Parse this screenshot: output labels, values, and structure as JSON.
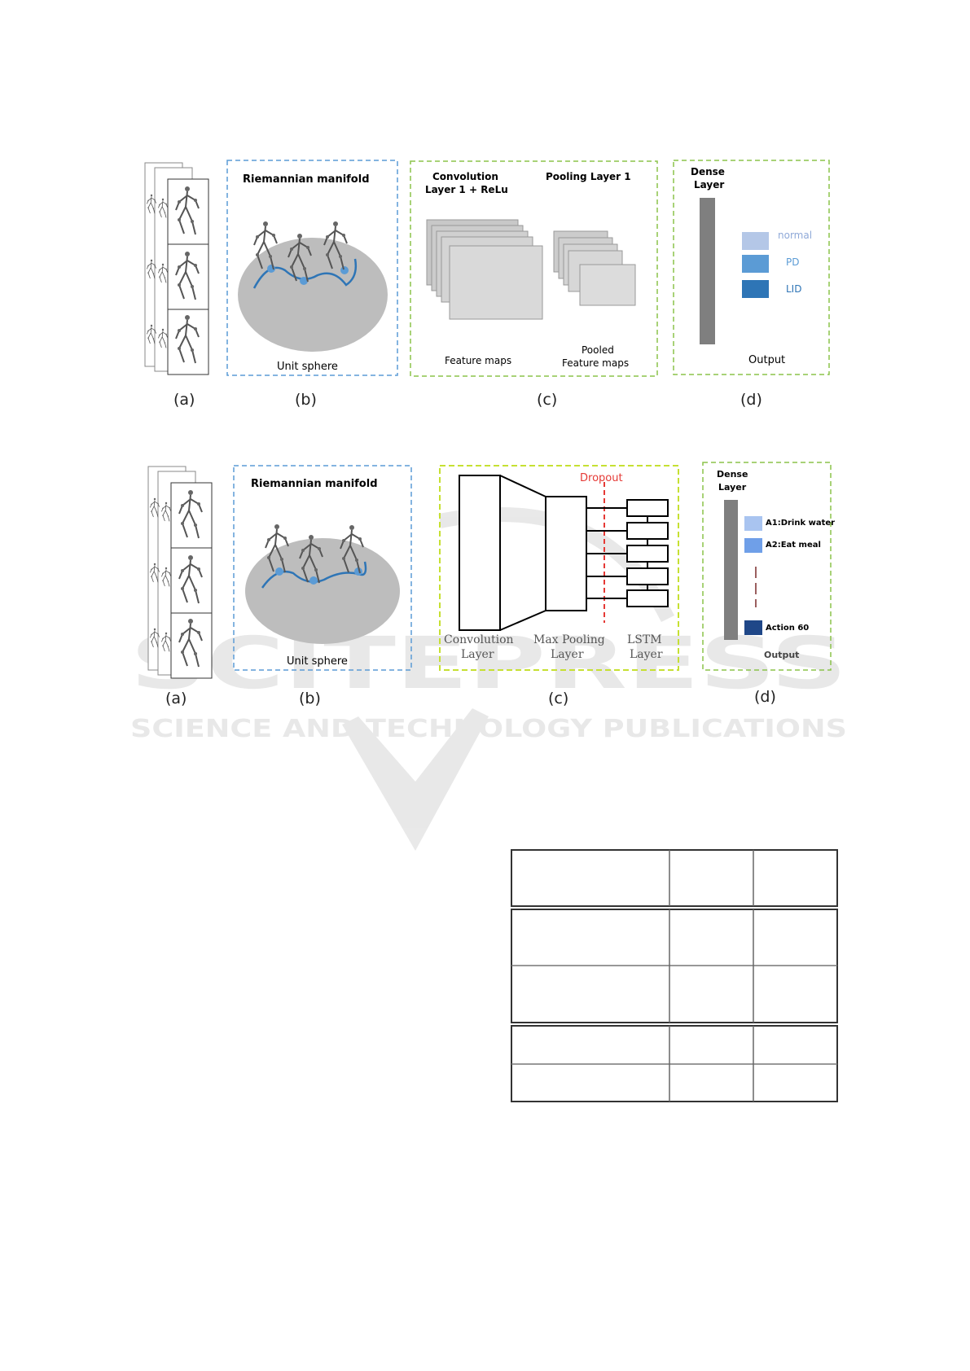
{
  "figure1": {
    "panel_labels": [
      "(a)",
      "(b)",
      "(c)",
      "(d)"
    ],
    "b_title": "Riemannian manifold",
    "b_caption": "Unit sphere",
    "c_conv": [
      "Convolution",
      "Layer 1 + ReLu"
    ],
    "c_pool": "Pooling Layer 1",
    "c_feature_maps": "Feature maps",
    "c_pooled": [
      "Pooled",
      "Feature maps"
    ],
    "d_title": [
      "Dense",
      "Layer"
    ],
    "d_classes": [
      "normal",
      "PD",
      "LID"
    ],
    "d_output": "Output",
    "colors": {
      "normal": "#b4c7e7",
      "pd": "#5b9bd5",
      "lid": "#2e75b6"
    }
  },
  "figure2": {
    "panel_labels": [
      "(a)",
      "(b)",
      "(c)",
      "(d)"
    ],
    "b_title": "Riemannian manifold",
    "b_caption": "Unit sphere",
    "c_dropout": "Dropout",
    "c_layers": [
      [
        "Convolution",
        "Layer"
      ],
      [
        "Max Pooling",
        "Layer"
      ],
      [
        "LSTM",
        "Layer"
      ]
    ],
    "d_title": [
      "Dense",
      "Layer"
    ],
    "d_classes": [
      "A1:Drink water",
      "A2:Eat meal",
      "Action 60"
    ],
    "d_output": "Output",
    "colors": {
      "a1": "#a9c4f0",
      "a2": "#6f9fe8",
      "a60": "#1f4788"
    }
  },
  "watermark": {
    "main": "SCITEPRESS",
    "sub": "SCIENCE AND TECHNOLOGY PUBLICATIONS"
  }
}
